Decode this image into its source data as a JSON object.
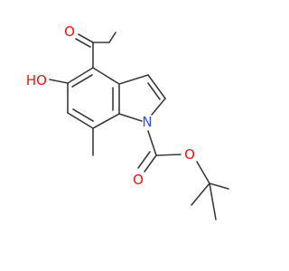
{
  "diagram": {
    "type": "chemical-structure",
    "atoms": {
      "aldehyde_oxygen": "O",
      "hydroxyl": "HO",
      "ring_nitrogen": "N",
      "carbonyl_oxygen": "O",
      "ester_oxygen": "O"
    },
    "colors": {
      "bond": "#3a3a3a",
      "oxygen": "#ff0d0d",
      "nitrogen": "#3050f8"
    }
  }
}
